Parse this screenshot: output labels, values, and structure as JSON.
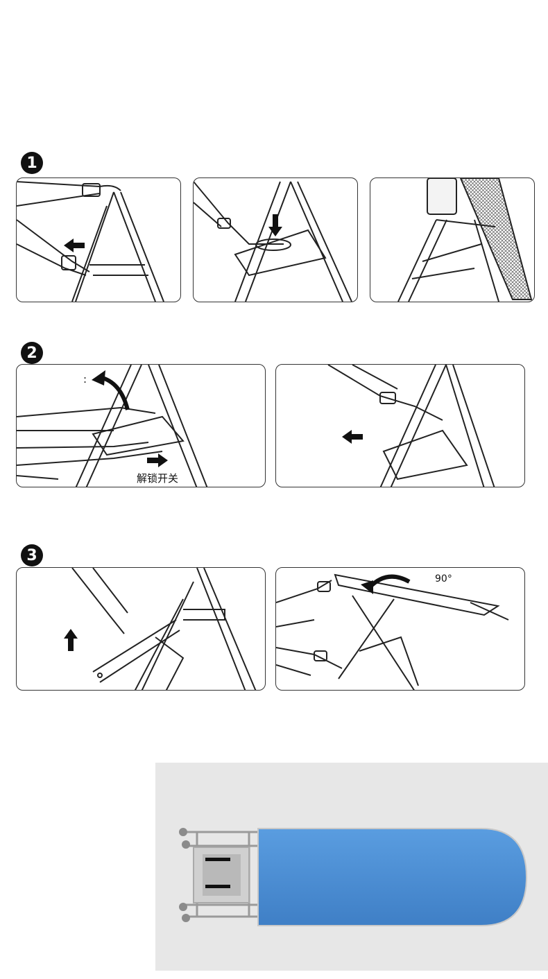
{
  "steps": [
    {
      "number": "1"
    },
    {
      "number": "2"
    },
    {
      "number": "3"
    }
  ],
  "labels": {
    "unlock_switch": "解锁开关",
    "angle": "90°",
    "colon_mark": ":"
  },
  "colors": {
    "board_blue": "#4a8fd6",
    "line": "#222222",
    "photo_bg": "#e7e7e7"
  }
}
